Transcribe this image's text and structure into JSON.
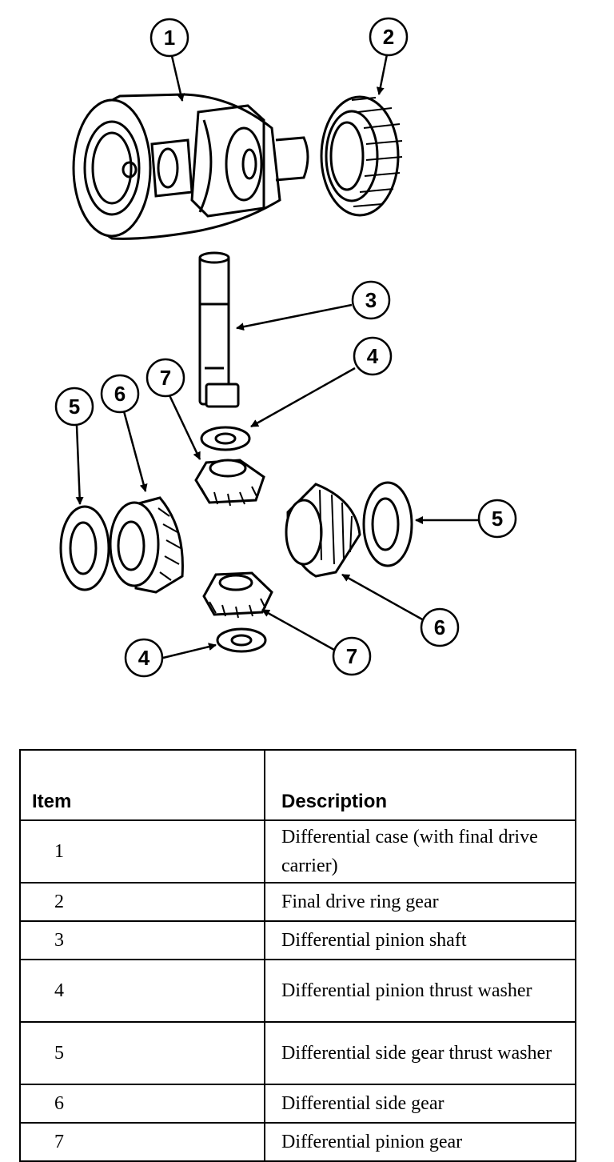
{
  "callouts": [
    "1",
    "2",
    "3",
    "4",
    "4",
    "5",
    "5",
    "6",
    "6",
    "7",
    "7"
  ],
  "table": {
    "headers": {
      "item": "Item",
      "description": "Description"
    },
    "rows": [
      {
        "item": "1",
        "description": "Differential case (with final drive carrier)"
      },
      {
        "item": "2",
        "description": "Final drive ring gear"
      },
      {
        "item": "3",
        "description": "Differential pinion shaft"
      },
      {
        "item": "4",
        "description": "Differential pinion thrust washer"
      },
      {
        "item": "5",
        "description": "Differential side gear thrust washer"
      },
      {
        "item": "6",
        "description": "Differential side gear"
      },
      {
        "item": "7",
        "description": "Differential pinion gear"
      }
    ]
  }
}
